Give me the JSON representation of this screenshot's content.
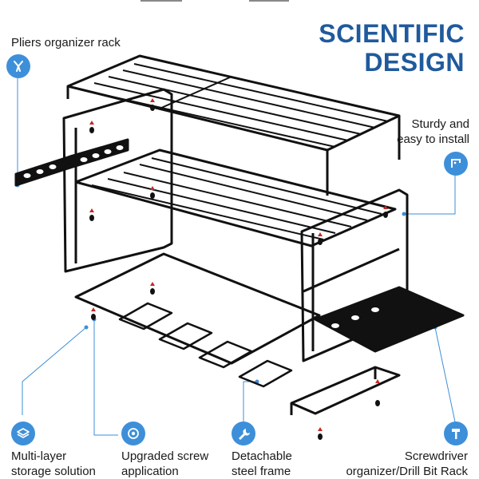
{
  "title": {
    "line1": "SCIENTIFIC",
    "line2": "DESIGN"
  },
  "colors": {
    "accent": "#1f5a9c",
    "icon_bg": "#3e8fd9",
    "metal": "#111111"
  },
  "callouts": {
    "pliers": {
      "text": "Pliers organizer rack",
      "icon": "pliers-icon"
    },
    "sturdy": {
      "line1": "Sturdy and",
      "line2": "easy to install",
      "icon": "bracket-icon"
    },
    "multilayer": {
      "line1": "Multi-layer",
      "line2": "storage solution",
      "icon": "layers-icon"
    },
    "screw": {
      "line1": "Upgraded screw",
      "line2": "application",
      "icon": "screw-icon"
    },
    "frame": {
      "line1": "Detachable",
      "line2": "steel frame",
      "icon": "wrench-icon"
    },
    "drill": {
      "line1": "Screwdriver",
      "line2": "organizer/Drill Bit Rack",
      "icon": "hammer-icon"
    }
  }
}
